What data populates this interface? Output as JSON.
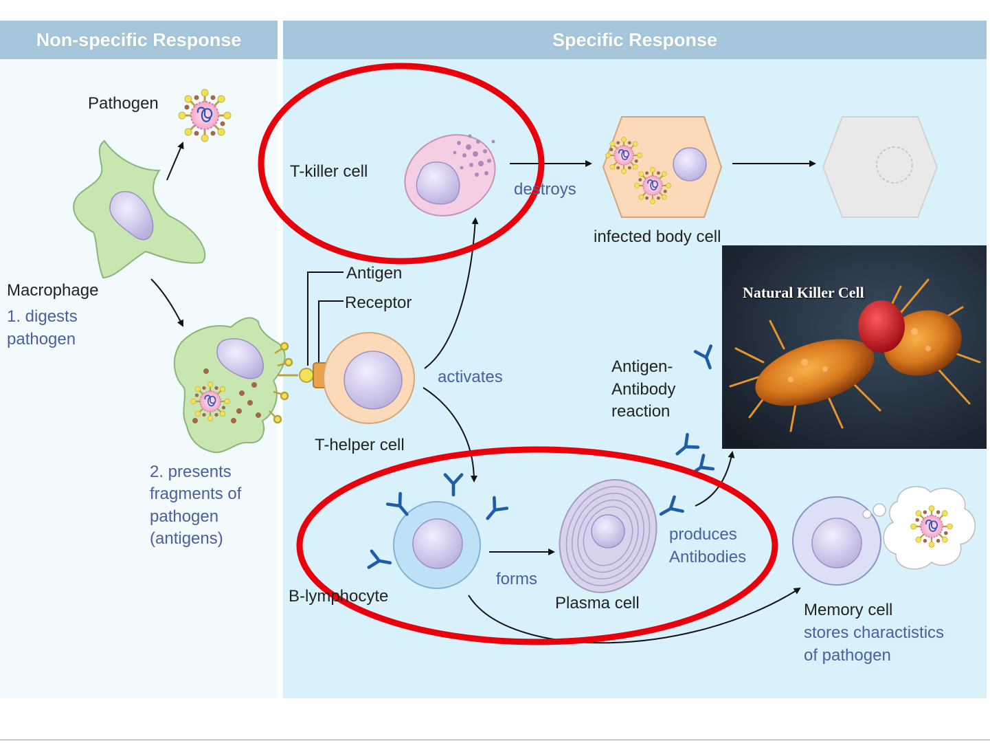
{
  "headers": {
    "non_specific": "Non-specific Response",
    "specific": "Specific Response"
  },
  "labels": {
    "pathogen": "Pathogen",
    "macrophage": "Macrophage",
    "digests_1": "1. digests",
    "digests_2": "pathogen",
    "presents_1": "2. presents",
    "presents_2": "fragments of",
    "presents_3": "pathogen",
    "presents_4": "(antigens)",
    "t_killer": "T-killer cell",
    "destroys": "destroys",
    "infected": "infected body cell",
    "antigen": "Antigen",
    "receptor": "Receptor",
    "activates": "activates",
    "t_helper": "T-helper cell",
    "ag_ab_1": "Antigen-",
    "ag_ab_2": "Antibody",
    "ag_ab_3": "reaction",
    "b_lymph": "B-lymphocyte",
    "forms": "forms",
    "plasma": "Plasma cell",
    "produces_1": "produces",
    "produces_2": "Antibodies",
    "memory": "Memory cell",
    "stores_1": "stores charactistics",
    "stores_2": "of pathogen"
  },
  "photo": {
    "caption": "Natural Killer Cell"
  },
  "colors": {
    "header_bg": "#a6c7db",
    "panel_left": "#f3fafd",
    "panel_right": "#d9f1fa",
    "macrophage": "#c8e6b0",
    "t_killer": "#f4cfe3",
    "t_helper": "#fcd9b8",
    "b_lymph": "#bfe1f5",
    "plasma": "#d8d2ea",
    "nucleus": "#cfc7ea",
    "antibody": "#1e5ea8",
    "highlight": "#e8000b",
    "label_blue": "#4a5ea0"
  }
}
